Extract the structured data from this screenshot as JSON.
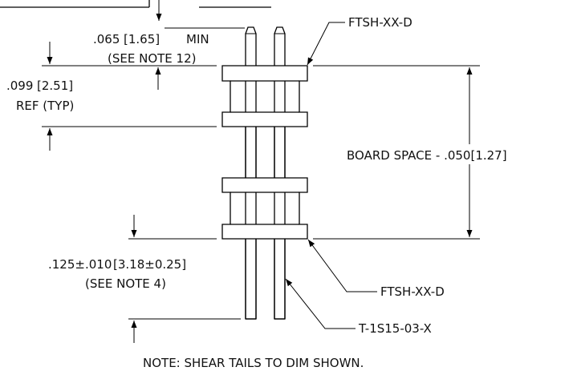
{
  "labels": {
    "part_top": "FTSH-XX-D",
    "part_bottom": "FTSH-XX-D",
    "part_pins": "T-1S15-03-X",
    "dim_min_value": ".065",
    "dim_min_metric": "[1.65]",
    "dim_min_word": "MIN",
    "dim_min_note": "(SEE NOTE 12)",
    "dim_ref_value": ".099",
    "dim_ref_metric": "[2.51]",
    "dim_ref_note": "REF (TYP)",
    "board_space": "BOARD SPACE - .050[1.27]",
    "dim_tail_value": ".125±.010",
    "dim_tail_metric": "[3.18±0.25]",
    "dim_tail_note": "(SEE NOTE 4)",
    "footnote": "NOTE: SHEAR TAILS TO DIM SHOWN."
  }
}
